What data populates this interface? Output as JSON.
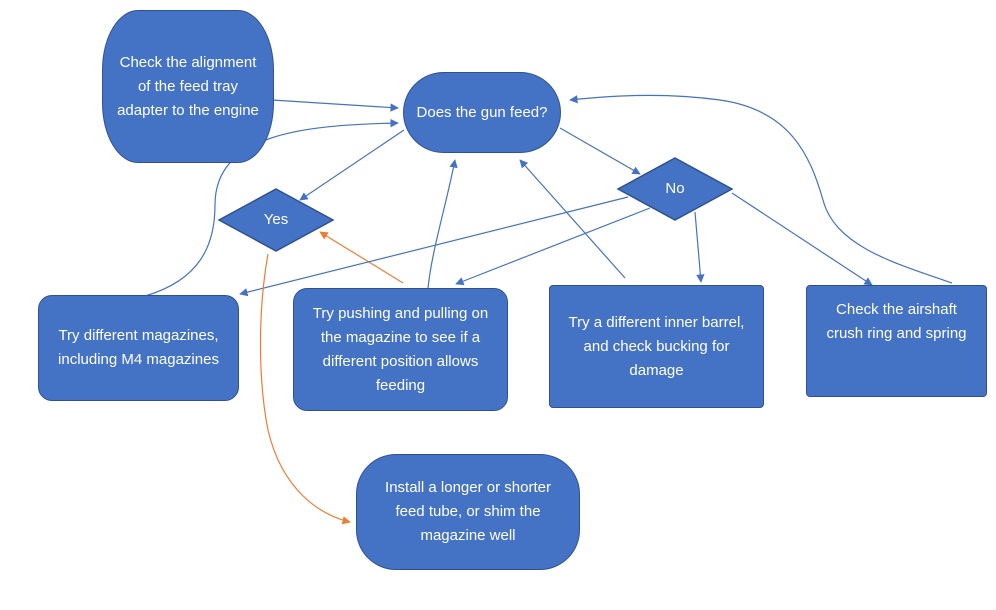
{
  "nodes": {
    "check_alignment": "Check the alignment of the feed tray adapter to the engine",
    "does_gun_feed": "Does the gun feed?",
    "yes": "Yes",
    "no": "No",
    "try_magazines": "Try different magazines, including M4 magazines",
    "try_pushing": "Try pushing and pulling on the magazine to see if a different position allows feeding",
    "try_inner_barrel": "Try a different inner barrel, and check bucking for damage",
    "check_airshaft": "Check the airshaft crush ring and spring",
    "install_feed_tube": "Install a longer or shorter feed tube, or shim the magazine well"
  },
  "colors": {
    "node_fill": "#4472c4",
    "node_border": "#2f528f",
    "arrow_blue": "#4472c4",
    "arrow_orange": "#ed7d31"
  }
}
